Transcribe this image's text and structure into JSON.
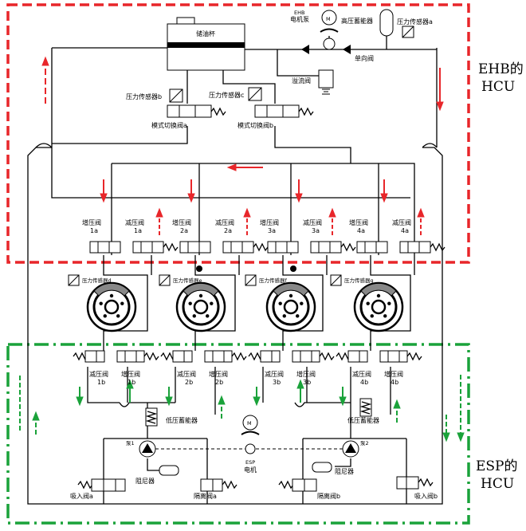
{
  "zones": {
    "ehb": {
      "line1": "EHB的",
      "line2": "HCU",
      "color": "#e8262a"
    },
    "esp": {
      "line1": "ESP的",
      "line2": "HCU",
      "color": "#1aa23a"
    }
  },
  "top": {
    "reservoir": "储油杯",
    "motor_pump": {
      "line1": "EHB",
      "line2": "电机泵"
    },
    "hp_accumulator": "高压蓄能器",
    "sensor_a": "压力传感器a",
    "check_valve": "单向阀",
    "relief_valve": "溢流阀",
    "sensor_b": "压力传感器b",
    "sensor_c": "压力传感器c",
    "mode_valve_a": "模式切换阀a",
    "mode_valve_b": "模式切换阀b"
  },
  "upper_valves": [
    {
      "inc_l1": "增压阀",
      "inc_l2": "1a",
      "dec_l1": "减压阀",
      "dec_l2": "1a"
    },
    {
      "inc_l1": "增压阀",
      "inc_l2": "2a",
      "dec_l1": "减压阀",
      "dec_l2": "2a"
    },
    {
      "inc_l1": "增压阀",
      "inc_l2": "3a",
      "dec_l1": "减压阀",
      "dec_l2": "3a"
    },
    {
      "inc_l1": "增压阀",
      "inc_l2": "4a",
      "dec_l1": "减压阀",
      "dec_l2": "4a"
    }
  ],
  "wheel_sensors": [
    "压力传感器d",
    "压力传感器e",
    "压力传感器f",
    "压力传感器g"
  ],
  "lower_valves": [
    {
      "dec_l1": "减压阀",
      "dec_l2": "1b",
      "inc_l1": "增压阀",
      "inc_l2": "1b"
    },
    {
      "dec_l1": "减压阀",
      "dec_l2": "2b",
      "inc_l1": "增压阀",
      "inc_l2": "2b"
    },
    {
      "dec_l1": "减压阀",
      "dec_l2": "3b",
      "inc_l1": "增压阀",
      "inc_l2": "3b"
    },
    {
      "dec_l1": "减压阀",
      "dec_l2": "4b",
      "inc_l1": "增压阀",
      "inc_l2": "4b"
    }
  ],
  "bottom": {
    "lp_acc_left": "低压蓄能器",
    "lp_acc_right": "低压蓄能器",
    "pump1": "泵1",
    "pump2": "泵2",
    "esp_motor": {
      "line1": "ESP",
      "line2": "电机"
    },
    "damper_left": "阻尼器",
    "damper_right": "阻尼器",
    "suction_a": "吸入阀a",
    "suction_b": "吸入阀b",
    "isolation_a": "隔离阀a",
    "isolation_b": "隔离阀b"
  }
}
